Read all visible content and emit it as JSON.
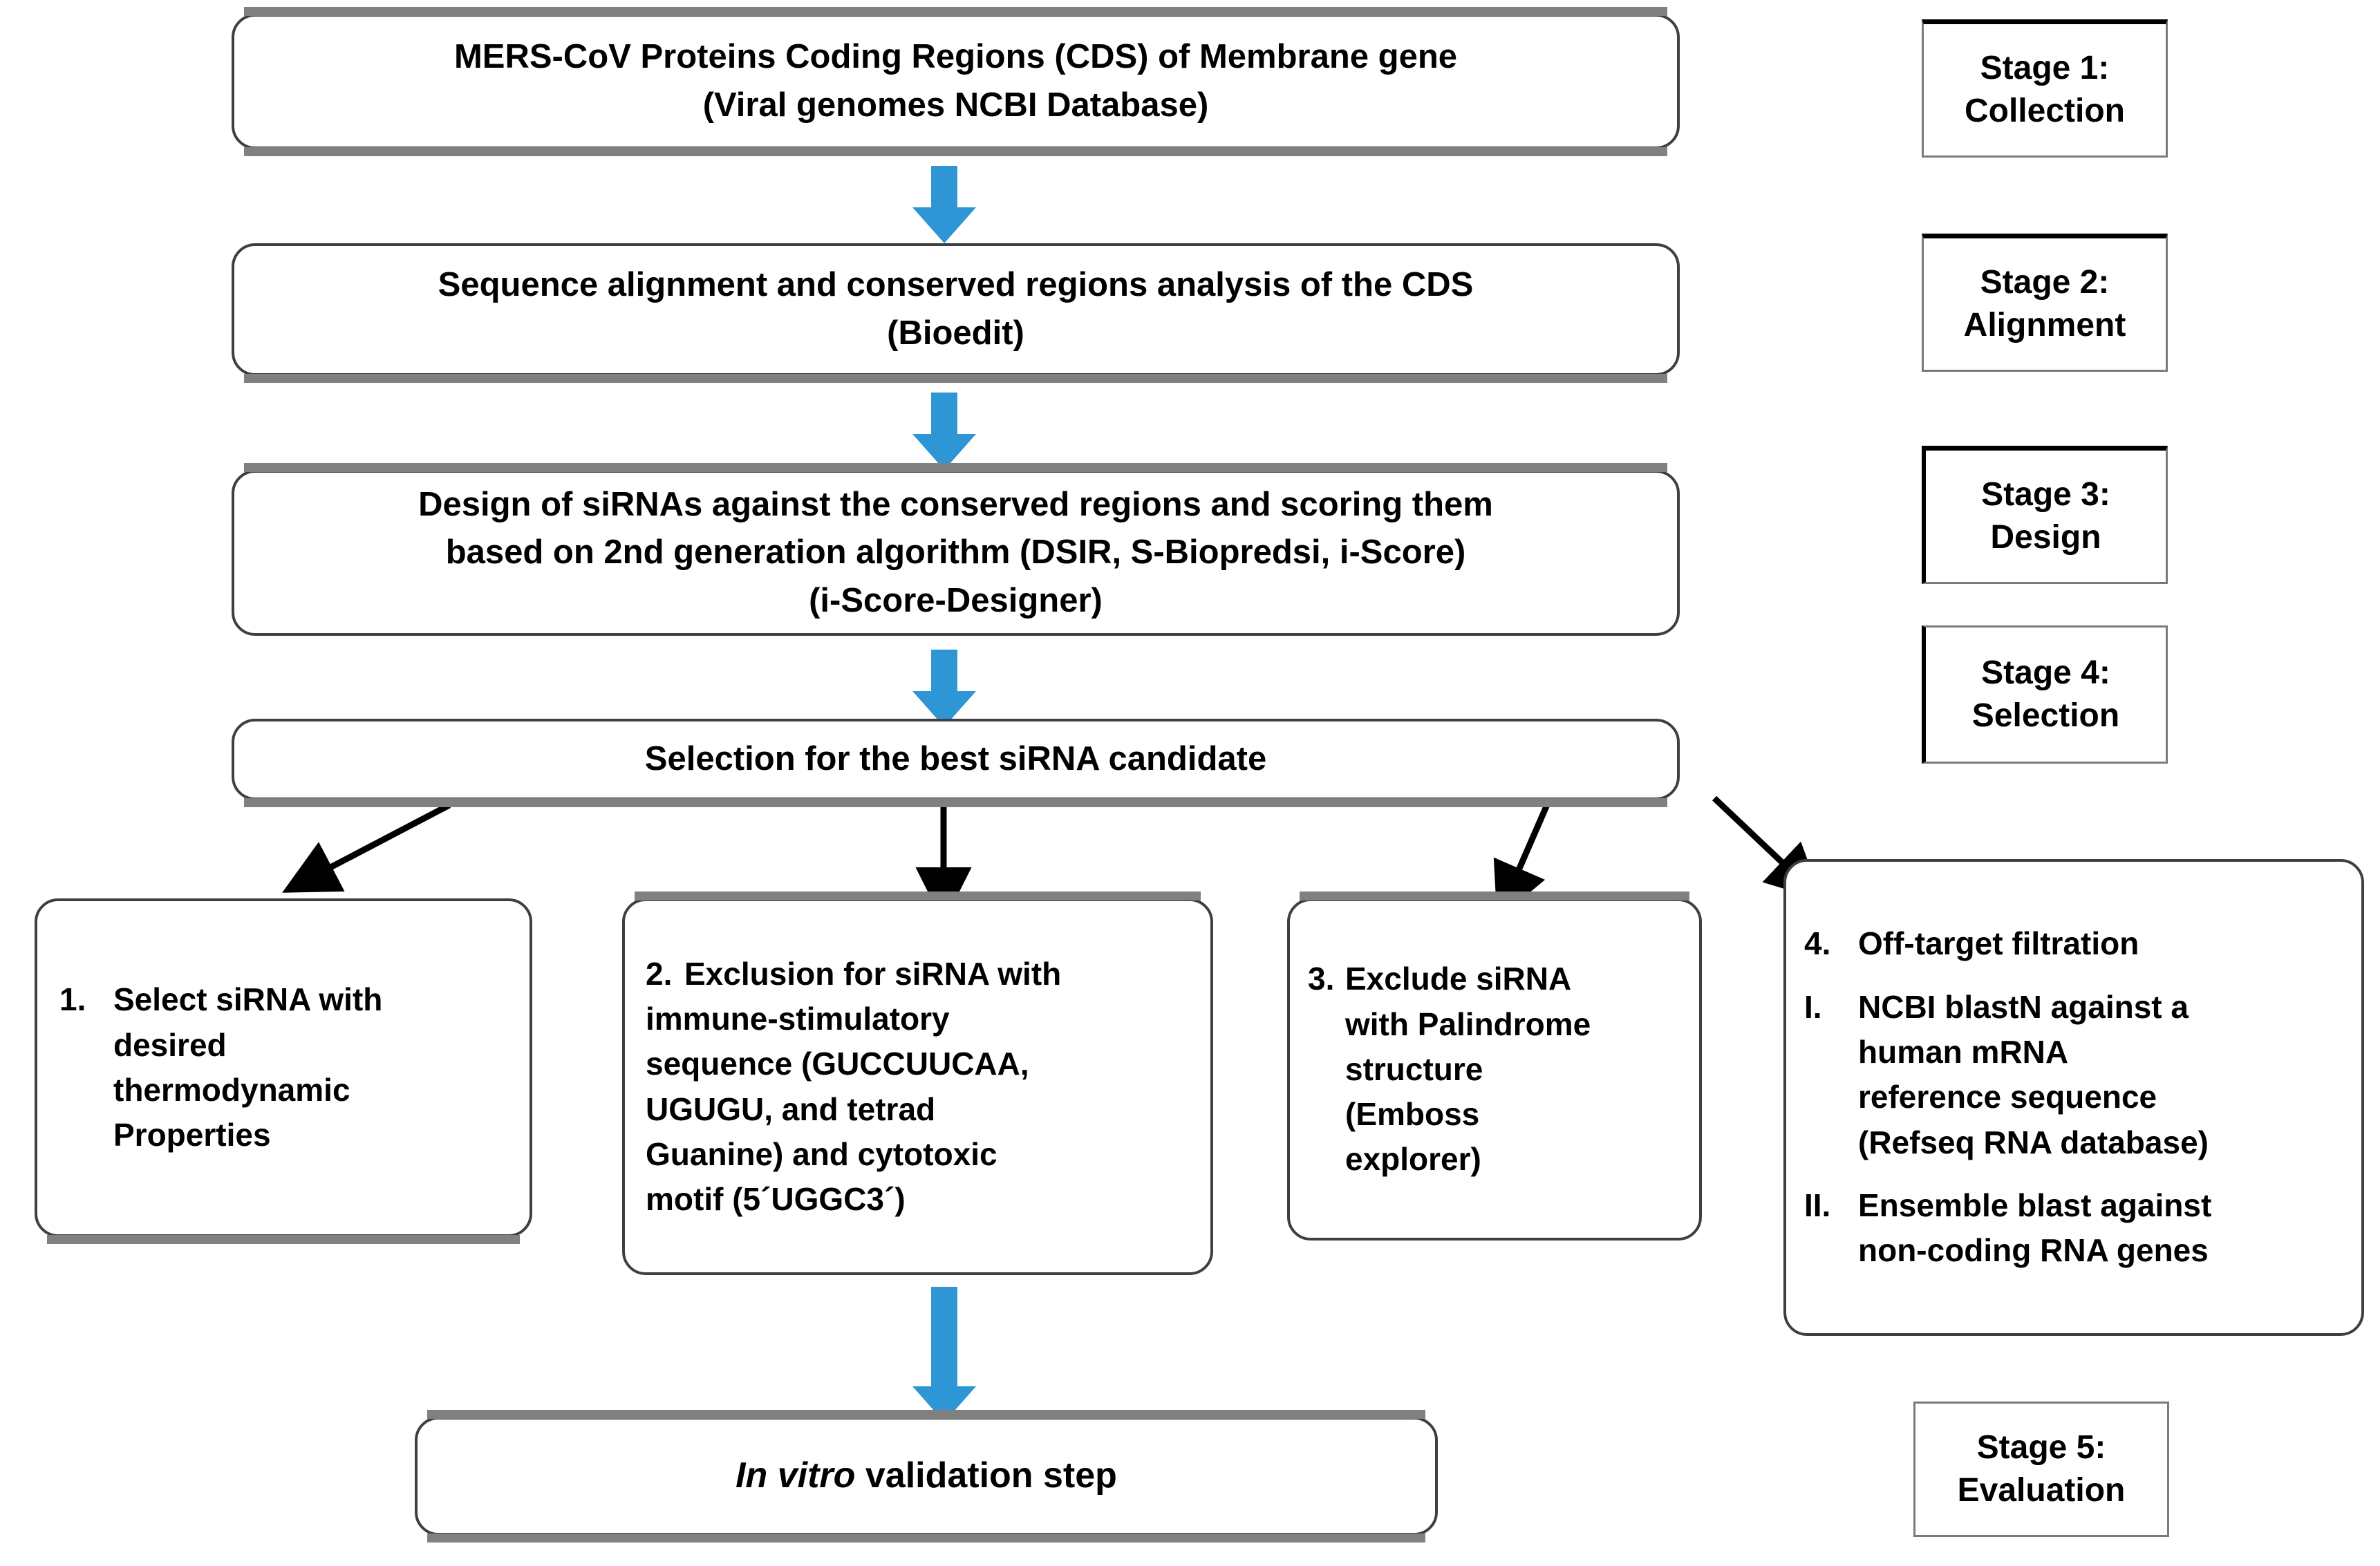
{
  "diagram": {
    "title": "siRNA design workflow against MERS-CoV Membrane gene",
    "arrow_color": "#2e96d4",
    "box_border_color": "#3f3f3f",
    "shadow_color": "#808080"
  },
  "steps": {
    "collection": {
      "line1": "MERS-CoV Proteins Coding Regions (CDS) of Membrane gene",
      "line2": "(Viral genomes NCBI Database)"
    },
    "alignment": {
      "line1": "Sequence alignment and conserved regions analysis of the CDS",
      "line2": "(Bioedit)"
    },
    "design": {
      "line1": "Design of siRNAs against the conserved regions and scoring them",
      "line2": "based on 2nd generation algorithm (DSIR, S-Biopredsi, i-Score)",
      "line3": "(i-Score-Designer)"
    },
    "selection": {
      "line1": "Selection for the best siRNA candidate"
    },
    "validation": {
      "italic_part": "In vitro",
      "rest_part": " validation step"
    }
  },
  "criteria": {
    "c1": {
      "number": "1.",
      "line1": "Select siRNA with",
      "line2": "desired",
      "line3": "thermodynamic",
      "line4": "Properties"
    },
    "c2": {
      "number": "2.",
      "line1": "Exclusion for siRNA with",
      "line2": "immune-stimulatory",
      "line3": "sequence (GUCCUUCAA,",
      "line4": "UGUGU, and tetrad",
      "line5": "Guanine) and cytotoxic",
      "line6": "motif (5´UGGC3´)"
    },
    "c3": {
      "number": "3.",
      "line1": "Exclude siRNA",
      "line2": "with Palindrome",
      "line3": "structure",
      "line4": "(Emboss",
      "line5": "explorer)"
    },
    "c4": {
      "heading_number": "4.",
      "heading": "Off-target filtration",
      "item1_number": "I.",
      "item1_line1": "NCBI blastN against a",
      "item1_line2": "human mRNA",
      "item1_line3": "reference sequence",
      "item1_line4": "(Refseq RNA database)",
      "item2_number": "II.",
      "item2_line1": "Ensemble blast against",
      "item2_line2": "non-coding RNA genes"
    }
  },
  "stages": [
    {
      "title": "Stage 1:",
      "name": "Collection"
    },
    {
      "title": "Stage 2:",
      "name": "Alignment"
    },
    {
      "title": "Stage 3:",
      "name": "Design"
    },
    {
      "title": "Stage 4:",
      "name": "Selection"
    },
    {
      "title": "Stage 5:",
      "name": "Evaluation"
    }
  ]
}
